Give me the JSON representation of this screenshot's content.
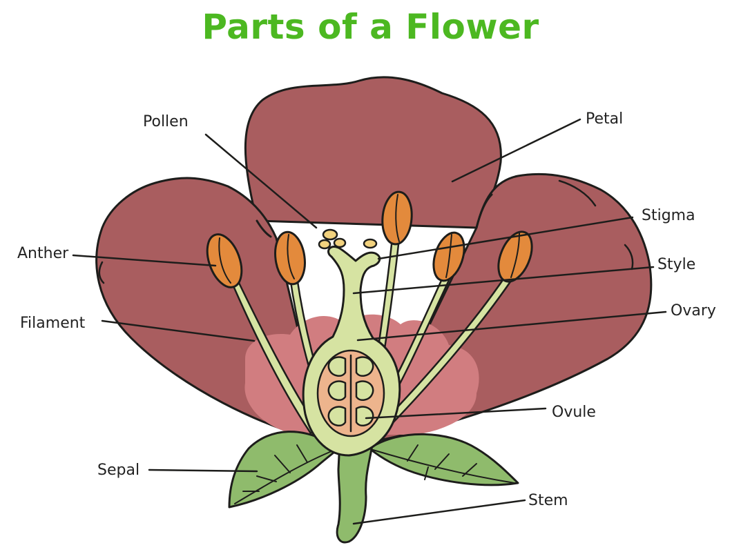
{
  "title": "Parts of a Flower",
  "colors": {
    "title": "#4cb821",
    "petal": "#a95d5f",
    "petal_inner": "#d17d80",
    "anther": "#e38a3c",
    "filament": "#d6e3a2",
    "pistil": "#d6e3a2",
    "ovule_chamber": "#edb48d",
    "sepal": "#8fbb6c",
    "stem": "#8fbb6c",
    "outline": "#1d1d1b"
  },
  "labels": {
    "pollen": "Pollen",
    "petal": "Petal",
    "stigma": "Stigma",
    "style": "Style",
    "anther": "Anther",
    "ovary": "Ovary",
    "filament": "Filament",
    "ovule": "Ovule",
    "sepal": "Sepal",
    "stem": "Stem"
  }
}
